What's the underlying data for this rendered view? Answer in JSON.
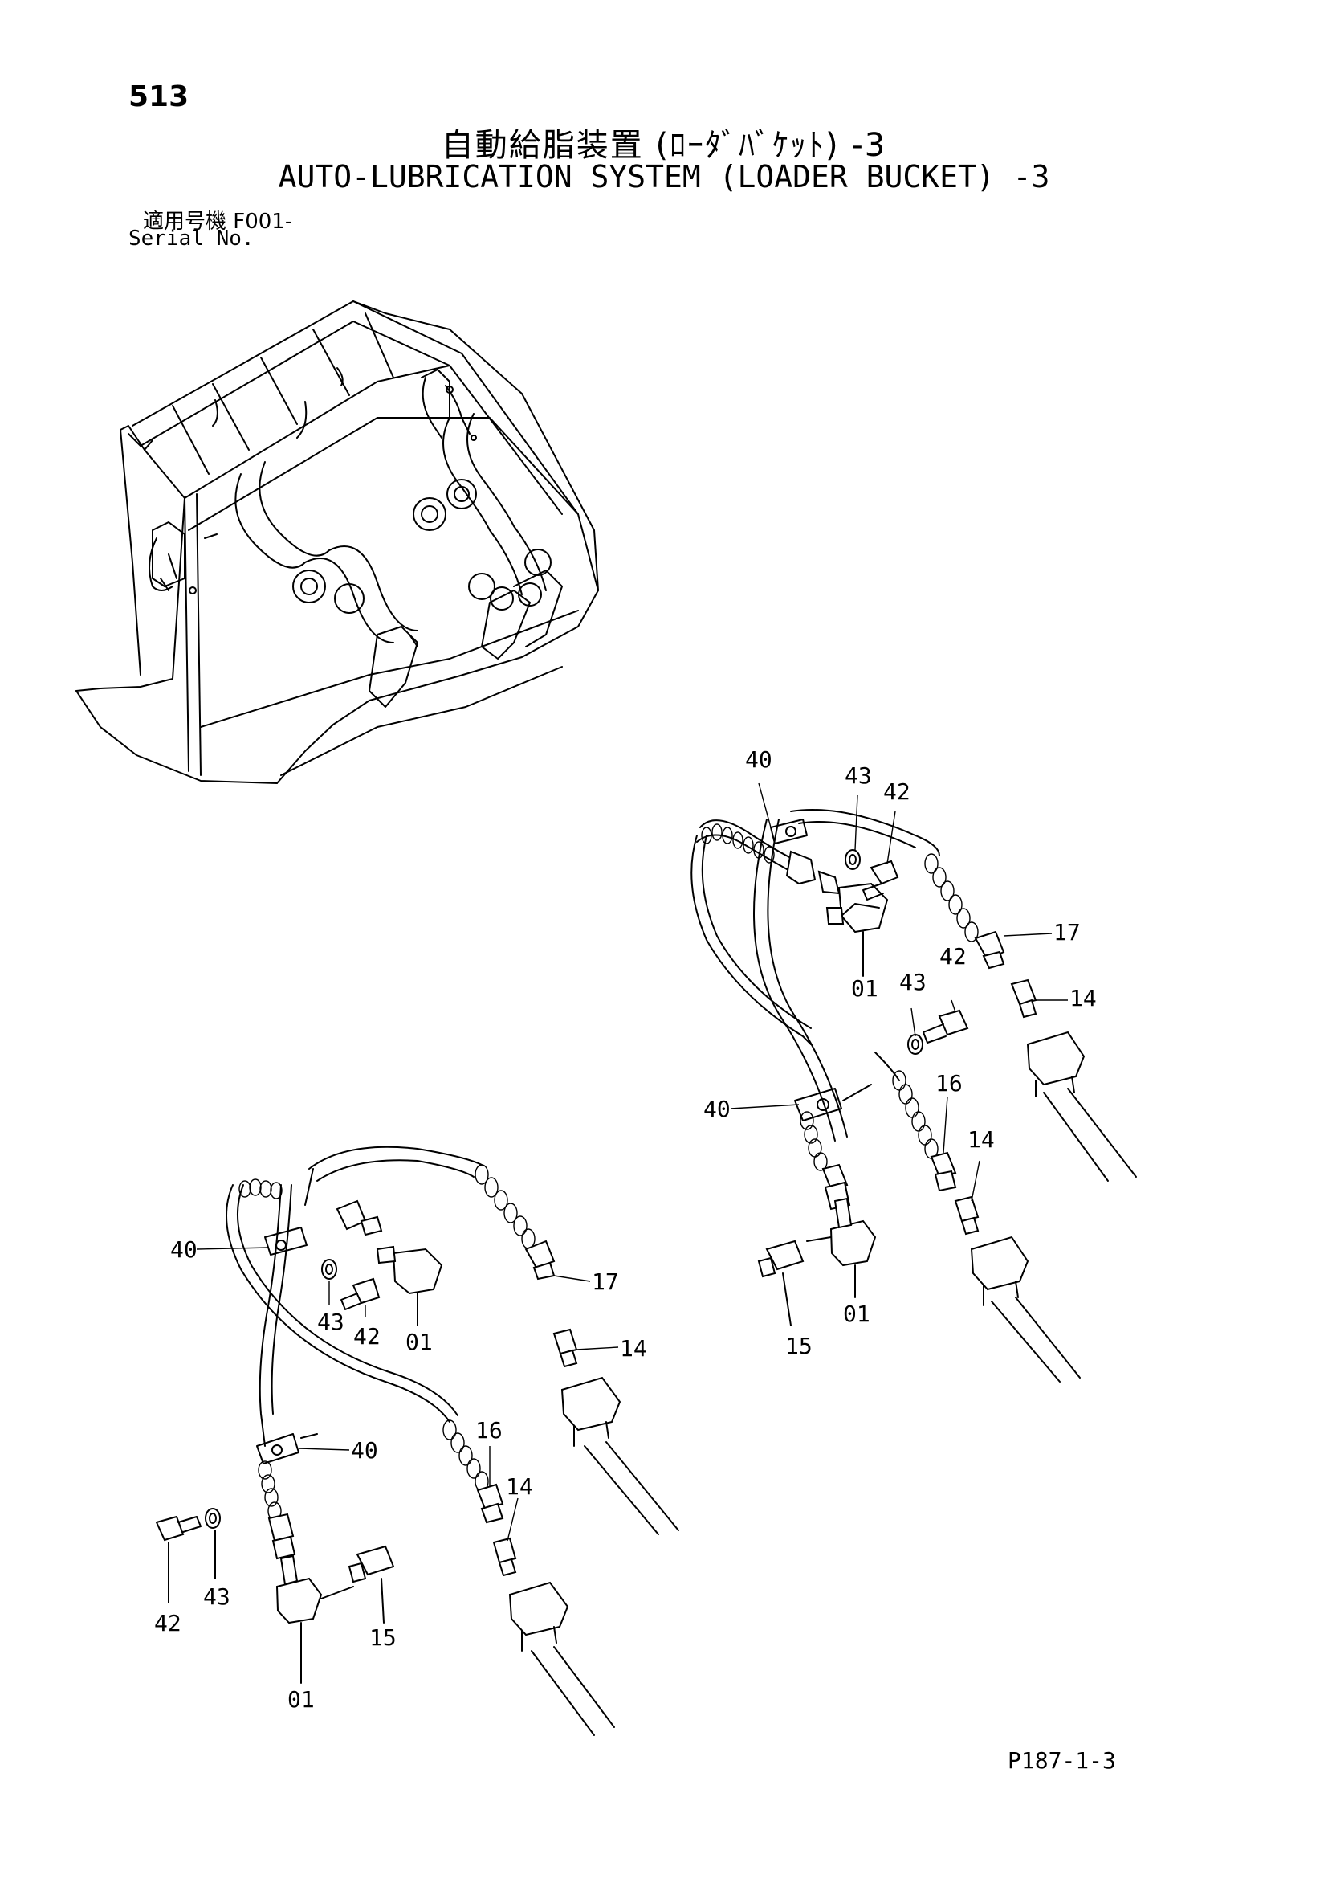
{
  "page_number": "513",
  "title_jp": "自動給脂装置 (ﾛｰﾀﾞﾊﾞｹｯﾄ) -3",
  "title_en": "AUTO-LUBRICATION SYSTEM (LOADER BUCKET) -3",
  "serial_jp": "適用号機  F001-",
  "serial_en": "Serial No.",
  "page_code": "P187-1-3",
  "callouts": {
    "right_40a": "40",
    "right_43a": "43",
    "right_42a": "42",
    "right_17": "17",
    "right_01a": "01",
    "right_42b": "42",
    "right_43b": "43",
    "right_14a": "14",
    "right_40b": "40",
    "right_16": "16",
    "right_14b": "14",
    "right_15": "15",
    "right_01b": "01",
    "left_40a": "40",
    "left_43a": "43",
    "left_42a": "42",
    "left_01a": "01",
    "left_17": "17",
    "left_14a": "14",
    "left_40b": "40",
    "left_16": "16",
    "left_14b": "14",
    "left_42b": "42",
    "left_43b": "43",
    "left_15": "15",
    "left_01b": "01"
  }
}
